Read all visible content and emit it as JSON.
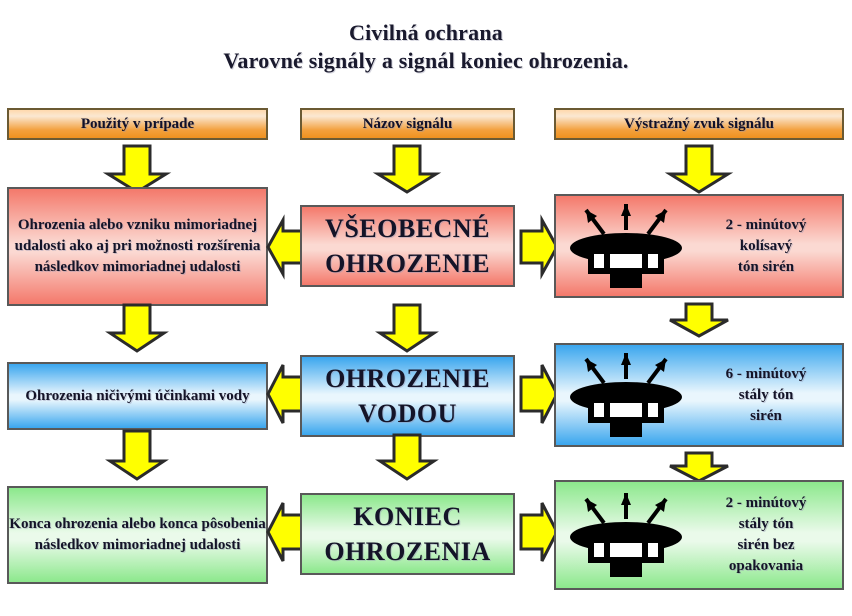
{
  "title": {
    "line1": "Civilná ochrana",
    "line2": "Varovné signály a signál koniec ohrozenia."
  },
  "columns": {
    "headers": [
      {
        "id": "use-case",
        "label": "Použitý v prípade"
      },
      {
        "id": "signal-name",
        "label": "Názov signálu"
      },
      {
        "id": "warning-sound",
        "label": "Výstražný zvuk  signálu"
      }
    ]
  },
  "rows": [
    {
      "id": "vseobecne-ohrozenie",
      "color": "red",
      "accent": "#f4796b",
      "use_case": "Ohrozenia alebo vzniku mimoriadnej udalosti ako aj pri možnosti rozšírenia následkov mimoriadnej udalosti",
      "signal_name_line1": "VŠEOBECNÉ",
      "signal_name_line2": "OHROZENIE",
      "sound_lines": [
        "2 - minútový",
        "kolísavý",
        "tón sirén"
      ]
    },
    {
      "id": "ohrozenie-vodou",
      "color": "blue",
      "accent": "#3aa6ee",
      "use_case": "Ohrozenia ničivými účinkami  vody",
      "signal_name_line1": "OHROZENIE",
      "signal_name_line2": "VODOU",
      "sound_lines": [
        "6 - minútový",
        "stály tón",
        "sirén"
      ]
    },
    {
      "id": "koniec-ohrozenia",
      "color": "green",
      "accent": "#8ce88c",
      "use_case": "Konca ohrozenia alebo konca pôsobenia následkov mimoriadnej udalosti",
      "signal_name_line1": "KONIEC",
      "signal_name_line2": "OHROZENIA",
      "sound_lines": [
        "2 - minútový",
        "stály tón",
        "sirén  bez",
        "opakovania"
      ]
    }
  ],
  "icons": {
    "siren": "siren-icon",
    "arrow_down": "arrow-down-icon",
    "arrow_left": "arrow-left-icon",
    "arrow_right": "arrow-right-icon"
  },
  "colors": {
    "arrow_fill": "#ffff00",
    "arrow_stroke": "#2b2b2b",
    "header_gradient_top": "#ffd9ad",
    "header_gradient_bottom": "#ef911f",
    "box_border": "#595959",
    "title_text": "#1a1a2e"
  }
}
